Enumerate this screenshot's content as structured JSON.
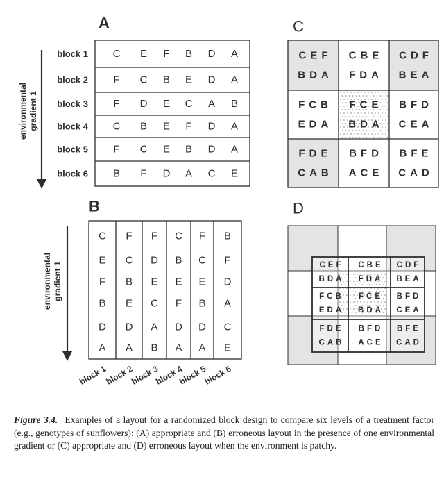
{
  "gradient_label": [
    "environmental",
    "gradient 1"
  ],
  "panel_a": {
    "label": "A",
    "blocks": [
      "block 1",
      "block 2",
      "block 3",
      "block 4",
      "block 5",
      "block 6"
    ],
    "rows": [
      [
        "C",
        "E",
        "F",
        "B",
        "D",
        "A"
      ],
      [
        "F",
        "C",
        "B",
        "E",
        "D",
        "A"
      ],
      [
        "F",
        "D",
        "E",
        "C",
        "A",
        "B"
      ],
      [
        "C",
        "B",
        "E",
        "F",
        "D",
        "A"
      ],
      [
        "F",
        "C",
        "E",
        "B",
        "D",
        "A"
      ],
      [
        "B",
        "F",
        "D",
        "A",
        "C",
        "E"
      ]
    ]
  },
  "panel_b": {
    "label": "B",
    "blocks": [
      "block 1",
      "block 2",
      "block 3",
      "block 4",
      "block 5",
      "block 6"
    ],
    "columns": [
      [
        "C",
        "E",
        "F",
        "B",
        "D",
        "A"
      ],
      [
        "F",
        "C",
        "B",
        "E",
        "D",
        "A"
      ],
      [
        "F",
        "D",
        "E",
        "C",
        "A",
        "B"
      ],
      [
        "C",
        "B",
        "E",
        "F",
        "D",
        "A"
      ],
      [
        "F",
        "C",
        "E",
        "B",
        "D",
        "A"
      ],
      [
        "B",
        "F",
        "D",
        "A",
        "C",
        "E"
      ]
    ]
  },
  "panel_c": {
    "label": "C",
    "cells": [
      [
        "CEF",
        "BDA"
      ],
      [
        "CBE",
        "FDA"
      ],
      [
        "CDF",
        "BEA"
      ],
      [
        "FCB",
        "EDA"
      ],
      [
        "FCE",
        "BDA"
      ],
      [
        "BFD",
        "CEA"
      ],
      [
        "FDE",
        "CAB"
      ],
      [
        "BFD",
        "ACE"
      ],
      [
        "BFE",
        "CAD"
      ]
    ]
  },
  "panel_d": {
    "label": "D",
    "cells": [
      [
        "CEF",
        "BDA"
      ],
      [
        "CBE",
        "FDA"
      ],
      [
        "CDF",
        "BEA"
      ],
      [
        "FCB",
        "EDA"
      ],
      [
        "FCE",
        "BDA"
      ],
      [
        "BFD",
        "CEA"
      ],
      [
        "FDE",
        "CAB"
      ],
      [
        "BFD",
        "ACE"
      ],
      [
        "BFE",
        "CAD"
      ]
    ]
  },
  "caption": {
    "figure": "Figure 3.4.",
    "text": "Examples of a layout for a randomized block design to compare six levels of a treatment factor (e.g., genotypes of sunflowers): (A) appropriate and (B) erroneous layout in the presence of one environmental gradient or (C) appropriate and (D) erroneous layout when the environment is patchy."
  },
  "colors": {
    "ink": "#2e2e2e",
    "shade": "#e4e4e4",
    "dot": "#8a8a8a"
  }
}
